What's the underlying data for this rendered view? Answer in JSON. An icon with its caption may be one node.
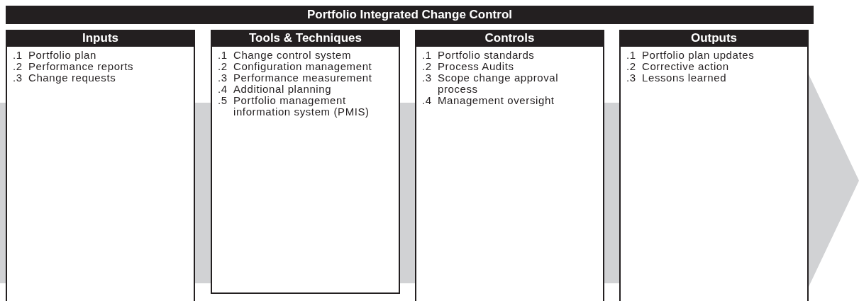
{
  "diagram": {
    "title": "Portfolio Integrated Change Control",
    "nodes": [
      {
        "text": [
          "Inputs",
          ".1 Portfolio plan",
          ".2 Performance reports",
          ".3 Change requests"
        ]
      },
      {
        "text": [
          "Tools & Techniques",
          ".1 Change control system",
          ".2 Configuration management",
          ".3 Performance measurement",
          ".4 Additional planning",
          ".5 Portfolio management information system (PMIS)"
        ]
      },
      {
        "text": [
          "Controls",
          ".1 Portfolio standards",
          ".2 Process Audits",
          ".3 Scope change approval process",
          ".4 Management oversight"
        ]
      },
      {
        "text": [
          "Outputs",
          ".1 Portfolio plan updates",
          ".2 Corrective action",
          ".3 Lessons learned"
        ]
      }
    ]
  }
}
